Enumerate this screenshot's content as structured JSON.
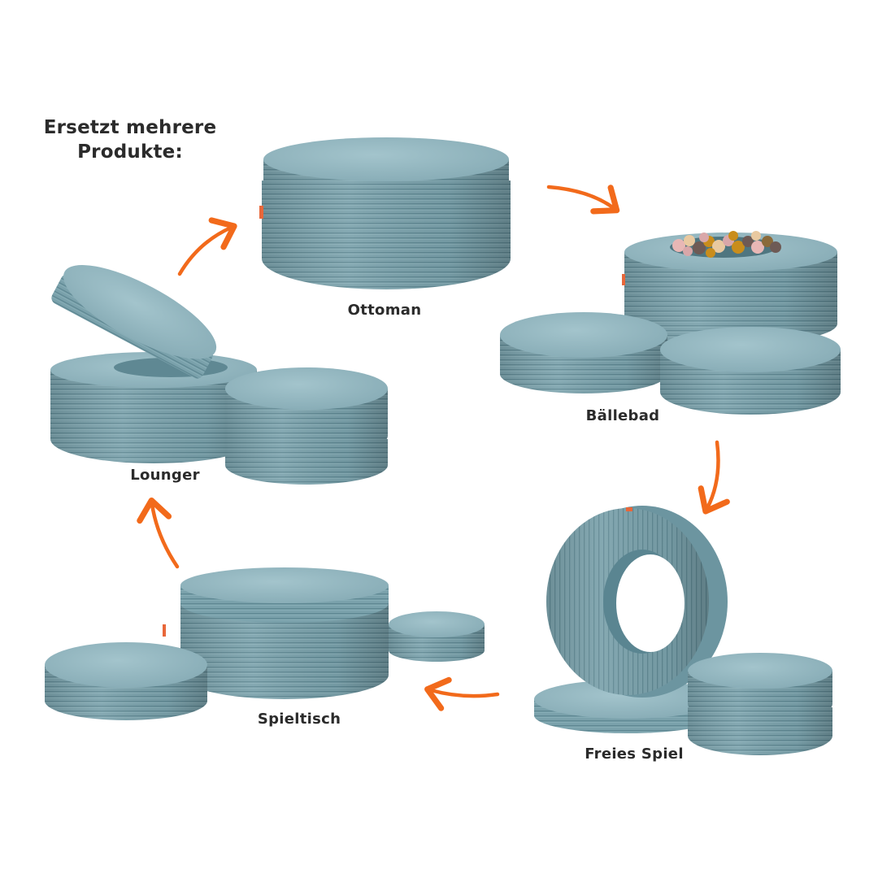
{
  "headline": {
    "line1": "Ersetzt mehrere",
    "line2": "Produkte:"
  },
  "configurations": [
    {
      "id": "ottoman",
      "label": "Ottoman"
    },
    {
      "id": "baellebad",
      "label": "Bällebad"
    },
    {
      "id": "freies-spiel",
      "label": "Freies Spiel"
    },
    {
      "id": "spieltisch",
      "label": "Spieltisch"
    },
    {
      "id": "lounger",
      "label": "Lounger"
    }
  ],
  "colors": {
    "fabric_top": "#8fb4bd",
    "fabric_side": "#6f98a3",
    "fabric_dark": "#5a8591",
    "arrow": "#f26a1b",
    "text": "#2b2b2b",
    "tag": "#e8673a",
    "ball_colors": [
      "#e8b7b5",
      "#6e5a55",
      "#c98d1c",
      "#e9c9a0",
      "#d9a7a9",
      "#8a6a3a"
    ]
  },
  "flow_arrows": [
    {
      "from": "lounger",
      "to": "ottoman"
    },
    {
      "from": "ottoman",
      "to": "baellebad"
    },
    {
      "from": "baellebad",
      "to": "freies-spiel"
    },
    {
      "from": "freies-spiel",
      "to": "spieltisch"
    },
    {
      "from": "spieltisch",
      "to": "lounger"
    }
  ]
}
